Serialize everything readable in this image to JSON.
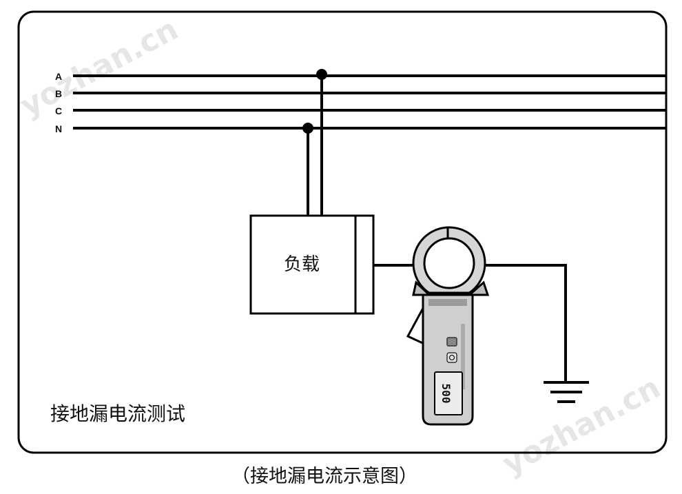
{
  "diagram": {
    "lines": [
      "A",
      "B",
      "C",
      "N"
    ],
    "load_label": "负载",
    "test_title": "接地漏电流测试",
    "caption": "（接地漏电流示意图）",
    "watermark": "yozhan.cn",
    "colors": {
      "stroke": "#000000",
      "meter_body": "#cfcfcf",
      "meter_dark": "#9a9a9a"
    }
  }
}
